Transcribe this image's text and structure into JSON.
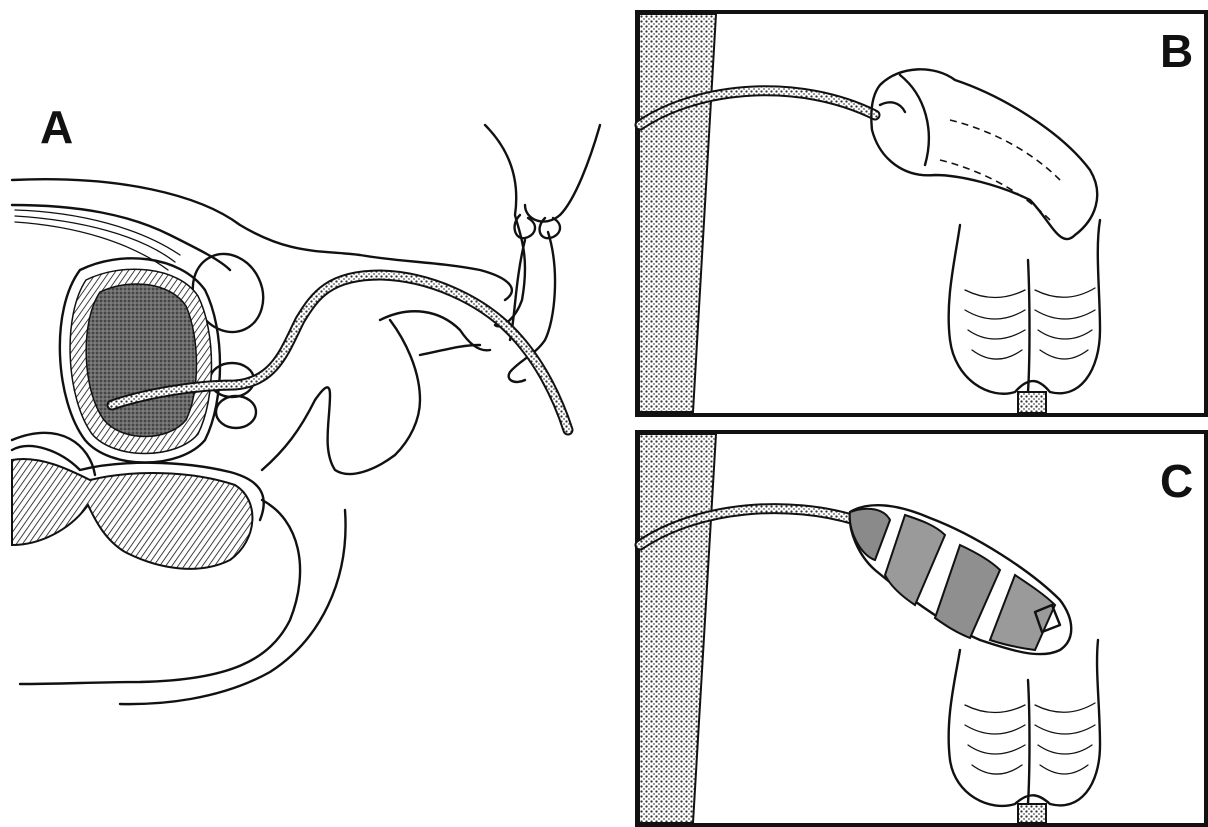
{
  "panels": {
    "a": {
      "label": "A"
    },
    "b": {
      "label": "B"
    },
    "c": {
      "label": "C"
    }
  },
  "colors": {
    "ink": "#111111",
    "tube_fill": "#c9c9c9",
    "shade": "#8a8a8a",
    "background": "#ffffff"
  }
}
